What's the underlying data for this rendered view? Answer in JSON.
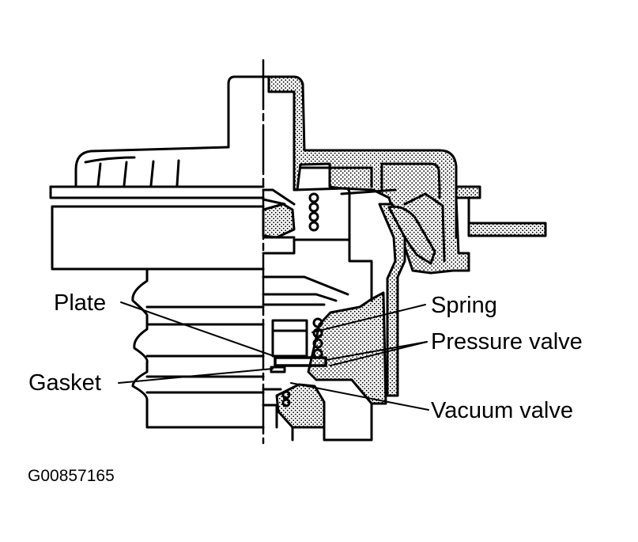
{
  "diagram": {
    "labels": {
      "plate": "Plate",
      "gasket": "Gasket",
      "spring": "Spring",
      "pressure_valve": "Pressure valve",
      "vacuum_valve": "Vacuum valve"
    },
    "figure_code": "G00857165"
  },
  "colors": {
    "ink": "#000000",
    "paper": "#ffffff"
  }
}
